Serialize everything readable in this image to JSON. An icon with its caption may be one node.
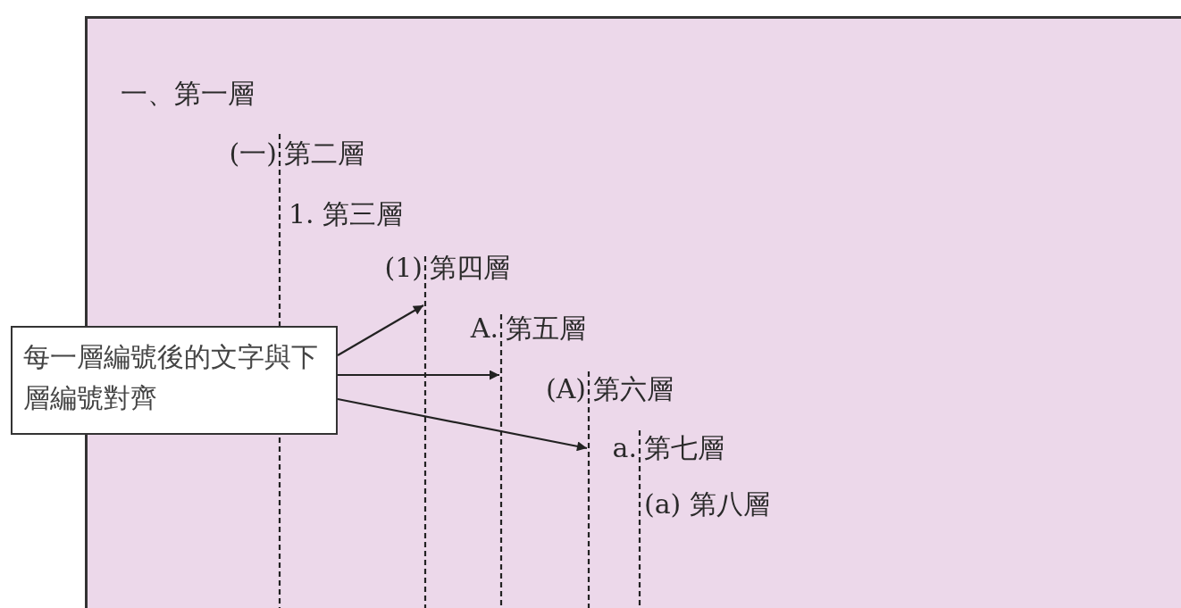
{
  "diagram": {
    "nodes": [
      {
        "text": [
          "每一層編號後的文字與下層編號對齊"
        ]
      },
      {
        "text": [],
        "shape": "line"
      },
      {
        "text": [],
        "shape": "line"
      },
      {
        "text": [],
        "shape": "line"
      },
      {
        "text": [],
        "shape": "line"
      },
      {
        "text": [],
        "shape": "line"
      }
    ],
    "edges": [
      {
        "from": 0,
        "to": 2,
        "arrow": "to"
      },
      {
        "from": 0,
        "to": 3,
        "arrow": "to"
      },
      {
        "from": 0,
        "to": 4,
        "arrow": "to"
      }
    ],
    "labels": [
      "一、第一層",
      "(一)",
      "第二層",
      "1. 第三層",
      "(1)",
      "第四層",
      "A.",
      "第五層",
      "(A)",
      "第六層",
      "a.",
      "第七層",
      "(a) 第八層"
    ]
  }
}
